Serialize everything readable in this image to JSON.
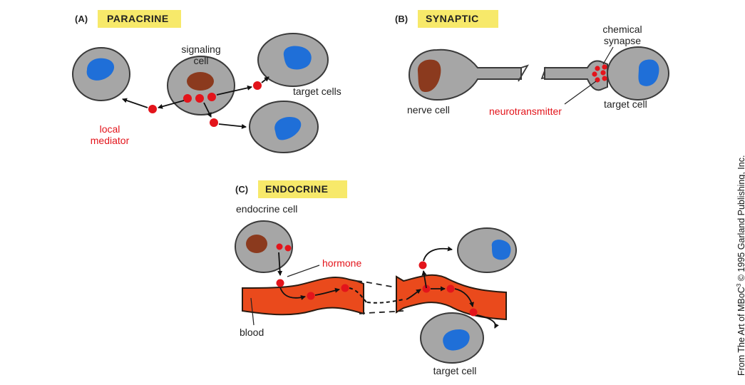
{
  "colors": {
    "cell_fill": "#a6a6a6",
    "cell_stroke": "#3a3a3a",
    "nucleus_blue": "#1f6fd8",
    "nucleus_brown": "#8b3a1e",
    "molecule_red": "#e3141b",
    "blood_fill": "#ea4a1c",
    "label_highlight": "#f7e96a",
    "label_red": "#e3141b"
  },
  "panels": {
    "paracrine": {
      "letter": "(A)",
      "title": "PARACRINE",
      "signaling_cell_line1": "signaling",
      "signaling_cell_line2": "cell",
      "target_cells": "target cells",
      "mediator_line1": "local",
      "mediator_line2": "mediator"
    },
    "synaptic": {
      "letter": "(B)",
      "title": "SYNAPTIC",
      "synapse_line1": "chemical",
      "synapse_line2": "synapse",
      "nerve_cell": "nerve cell",
      "neurotransmitter": "neurotransmitter",
      "target_cell": "target cell"
    },
    "endocrine": {
      "letter": "(C)",
      "title": "ENDOCRINE",
      "endocrine_cell": "endocrine cell",
      "hormone": "hormone",
      "blood": "blood",
      "target_cell": "target cell"
    }
  },
  "credit": {
    "prefix": "From The Art of MBoC",
    "superscript": "3",
    "suffix": " © 1995 Garland Publishing, Inc."
  }
}
